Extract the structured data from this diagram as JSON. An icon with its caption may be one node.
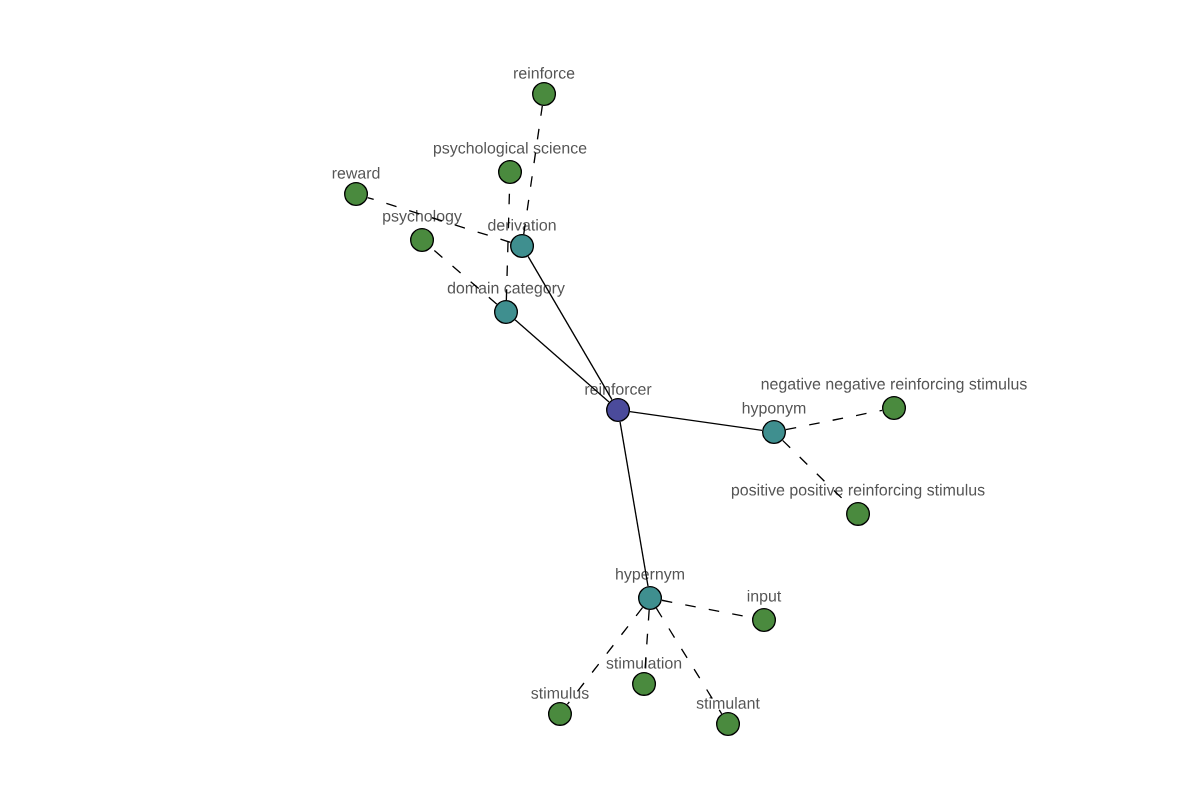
{
  "diagram": {
    "nodes": [
      {
        "text": [
          "reinforcer"
        ]
      },
      {
        "text": [
          "derivation"
        ]
      },
      {
        "text": [
          "domain category"
        ]
      },
      {
        "text": [
          "hyponym"
        ]
      },
      {
        "text": [
          "hypernym"
        ]
      },
      {
        "text": [
          "reinforce"
        ]
      },
      {
        "text": [
          "psychological science"
        ]
      },
      {
        "text": [
          "reward"
        ]
      },
      {
        "text": [
          "psychology"
        ]
      },
      {
        "text": [
          "negative negative reinforcing stimulus"
        ]
      },
      {
        "text": [
          "positive positive reinforcing stimulus"
        ]
      },
      {
        "text": [
          "input"
        ]
      },
      {
        "text": [
          "stimulation"
        ]
      },
      {
        "text": [
          "stimulus"
        ]
      },
      {
        "text": [
          "stimulant"
        ]
      }
    ],
    "edges": [
      {
        "from": 0,
        "to": 1,
        "arrow": "none"
      },
      {
        "from": 0,
        "to": 2,
        "arrow": "none"
      },
      {
        "from": 0,
        "to": 3,
        "arrow": "none"
      },
      {
        "from": 0,
        "to": 4,
        "arrow": "none"
      },
      {
        "from": 1,
        "to": 5,
        "arrow": "none",
        "style": "dashed"
      },
      {
        "from": 2,
        "to": 6,
        "arrow": "none",
        "style": "dashed"
      },
      {
        "from": 1,
        "to": 7,
        "arrow": "none",
        "style": "dashed"
      },
      {
        "from": 2,
        "to": 8,
        "arrow": "none",
        "style": "dashed"
      },
      {
        "from": 3,
        "to": 9,
        "arrow": "none",
        "style": "dashed"
      },
      {
        "from": 3,
        "to": 10,
        "arrow": "none",
        "style": "dashed"
      },
      {
        "from": 4,
        "to": 11,
        "arrow": "none",
        "style": "dashed"
      },
      {
        "from": 4,
        "to": 12,
        "arrow": "none",
        "style": "dashed"
      },
      {
        "from": 4,
        "to": 13,
        "arrow": "none",
        "style": "dashed"
      },
      {
        "from": 4,
        "to": 14,
        "arrow": "none",
        "style": "dashed"
      }
    ]
  }
}
